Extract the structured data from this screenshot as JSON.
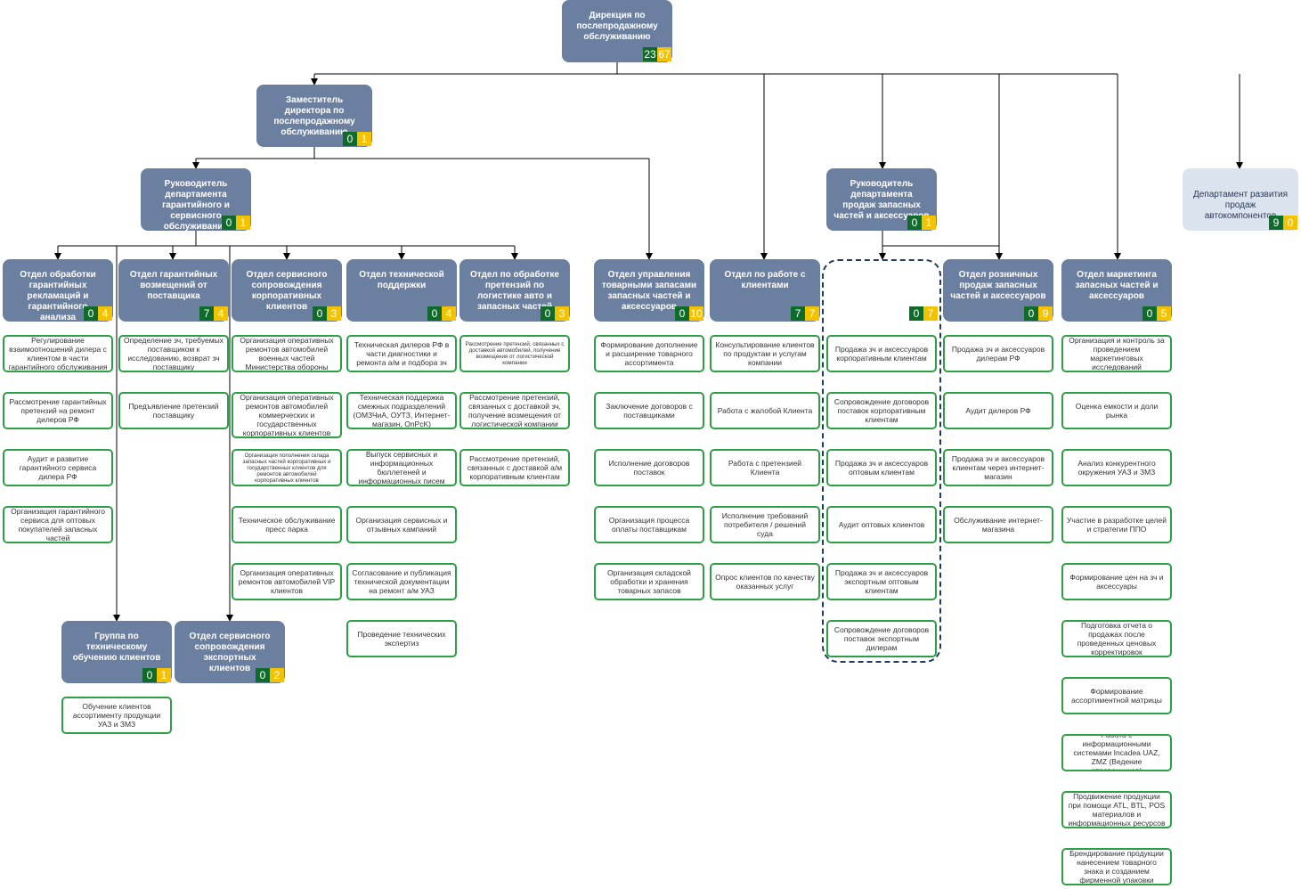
{
  "units": [
    {
      "id": "top",
      "label": "Дирекция по послепродажному обслуживанию",
      "a": "23",
      "b": "67"
    },
    {
      "id": "deputy",
      "label": "Заместитель директора по послепродажному обслуживанию",
      "a": "0",
      "b": "1"
    },
    {
      "id": "warranty-head",
      "label": "Руководитель департамента гарантийного и сервисного обслуживания",
      "a": "0",
      "b": "1"
    },
    {
      "id": "parts-head",
      "label": "Руководитель департамента продаж запасных частей и аксессуаров",
      "a": "0",
      "b": "1"
    },
    {
      "id": "autocomp",
      "label": "Департамент развития продаж автокомпонентов",
      "a": "9",
      "b": "0"
    },
    {
      "id": "claims",
      "label": "Отдел обработки гарантийных рекламаций и гарантийного анализа",
      "a": "0",
      "b": "4"
    },
    {
      "id": "reimb",
      "label": "Отдел гарантийных возмещений от поставщика",
      "a": "7",
      "b": "4"
    },
    {
      "id": "service",
      "label": "Отдел сервисного сопровождения корпоративных клиентов",
      "a": "0",
      "b": "3"
    },
    {
      "id": "tech",
      "label": "Отдел технической поддержки",
      "a": "0",
      "b": "4"
    },
    {
      "id": "logclaims",
      "label": "Отдел по обработке претензий по логистике авто и запасных частей",
      "a": "0",
      "b": "3"
    },
    {
      "id": "stock",
      "label": "Отдел управления товарными запасами запасных частей и аксессуаров",
      "a": "0",
      "b": "10"
    },
    {
      "id": "clients",
      "label": "Отдел по работе с клиентами",
      "a": "7",
      "b": "7"
    },
    {
      "id": "corp-blank",
      "label": "",
      "a": "0",
      "b": "7"
    },
    {
      "id": "retail",
      "label": "Отдел розничных продаж запасных частей и аксессуаров",
      "a": "0",
      "b": "9"
    },
    {
      "id": "marketing",
      "label": "Отдел маркетинга запасных частей и аксессуаров",
      "a": "0",
      "b": "5"
    },
    {
      "id": "training",
      "label": "Группа по техническому обучению клиентов",
      "a": "0",
      "b": "1"
    },
    {
      "id": "export",
      "label": "Отдел сервисного сопровождения экспортных клиентов",
      "a": "0",
      "b": "2"
    }
  ],
  "functions": {
    "claims": [
      "Регулирование взаимоотношений дилера с клиентом в части гарантийного обслуживания",
      "Рассмотрение гарантийных претензий на ремонт дилеров РФ",
      "Аудит и развитие гарантийного сервиса дилера РФ",
      "Организация гарантийного сервиса для оптовых покупателей запасных частей"
    ],
    "reimb": [
      "Определение зч, требуемых поставщиком к исследованию, возврат зч поставщику",
      "Предъявление претензий поставщику"
    ],
    "service": [
      "Организация оперативных ремонтов автомобилей военных частей Министерства обороны",
      "Организация оперативных ремонтов автомобилей коммерческих и государственных корпоративных клиентов",
      "Организация пополнения склада запасных частей корпоративных и государственных клиентов для ремонтов автомобилей корпоративных клиентов",
      "Техническое обслуживание пресс парка",
      "Организация оперативных ремонтов автомобилей VIP клиентов"
    ],
    "tech": [
      "Техническая дилеров РФ в части диагностики и ремонта а/м и подбора зч",
      "Техническая поддержка смежных подразделений (ОМЗЧиА, ОУТЗ, Интернет-магазин, OnPcK)",
      "Выпуск сервисных и информационных бюллетеней и информационных писем",
      "Организация сервисных и отзывных кампаний",
      "Согласование и публикация технической документации на ремонт а/м УАЗ",
      "Проведение технических экспертиз"
    ],
    "logclaims": [
      "Рассмотрение претензий, связанных с доставкой автомобилей, получение возмещения от логистической компании",
      "Рассмотрение претензий, связанных с доставкой зч, получение возмещения от логистической компании",
      "Рассмотрение претензий, связанных с доставкой а/м корпоративным клиентам"
    ],
    "stock": [
      "Формирование дополнение и расширение товарного ассортимента",
      "Заключение договоров с поставщиками",
      "Исполнение договоров поставок",
      "Организация процесса оплаты поставщикам",
      "Организация складской обработки и хранения товарных запасов"
    ],
    "clients": [
      "Консультирование клиентов по продуктам и услугам компании",
      "Работа с жалобой Клиента",
      "Работа с претензией Клиента",
      "Исполнение требований потребителя / решений суда",
      "Опрос клиентов по качеству оказанных услуг"
    ],
    "corp-blank": [
      "Продажа зч и аксессуаров корпоративным клиентам",
      "Сопровождение договоров поставок корпоративным клиентам",
      "Продажа зч и аксессуаров оптовым клиентам",
      "Аудит оптовых клиентов",
      "Продажа зч и аксессуаров экспортным оптовым клиентам",
      "Сопровождение договоров поставок экспортным дилерам"
    ],
    "retail": [
      "Продажа зч и аксессуаров дилерам РФ",
      "Аудит дилеров РФ",
      "Продажа зч и аксессуаров клиентам через интернет-магазин",
      "Обслуживание интернет-магазина"
    ],
    "marketing": [
      "Организация и контроль за проведением маркетинговых исследований",
      "Оценка емкости и доли рынка",
      "Анализ конкурентного окружения УАЗ и ЗМЗ",
      "Участие в разработке целей и стратегии ППО",
      "Формирование цен на зч и аксессуары",
      "Подготовка отчета о продажах после проведенных ценовых корректировок",
      "Формирование ассортиментной матрицы",
      "Работа с информационными системами Incadea UAZ, ZMZ (Ведение справочников)",
      "Продвижение продукции при помощи ATL, BTL, POS материалов и информационных ресурсов",
      "Брендирование продукции нанесением товарного знака и созданием фирменной упаковки"
    ],
    "training": [
      "Обучение клиентов ассортименту продукции УАЗ и ЗМЗ"
    ]
  },
  "colors": {
    "unit_fill": "#6b7fa0",
    "unit_light": "#dbe3ee",
    "count_green": "#0e6b2a",
    "count_yellow": "#f5c200",
    "function_border": "#2e9e45",
    "line": "#000000",
    "dashed_border": "#1f3c5f"
  }
}
